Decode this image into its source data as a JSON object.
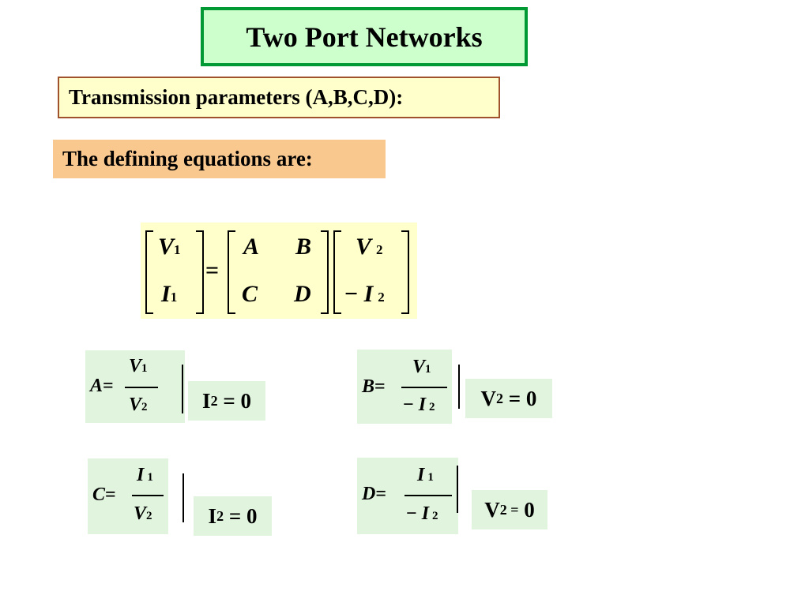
{
  "title": "Two Port Networks",
  "subtitle": "Transmission parameters (A,B,C,D):",
  "lead": "The defining equations are:",
  "matrix": {
    "lhs": [
      {
        "sym": "V",
        "sub": "1"
      },
      {
        "sym": "I",
        "sub": "1"
      }
    ],
    "coeff": [
      "A",
      "B",
      "C",
      "D"
    ],
    "rhs": [
      {
        "sym": "V",
        "sub": "2",
        "sign": ""
      },
      {
        "sym": "I",
        "sub": "2",
        "sign": "−"
      }
    ],
    "equals": "="
  },
  "params": [
    {
      "lhs": "A",
      "num_sym": "V",
      "num_sub": "1",
      "den_sign": "",
      "den_sym": "V",
      "den_sub": "2",
      "cond_var": "I",
      "cond_sub": "2",
      "cond_rest": " = 0"
    },
    {
      "lhs": "B",
      "num_sym": "V",
      "num_sub": "1",
      "den_sign": "− ",
      "den_sym": "I",
      "den_sub": "2",
      "cond_var": "V",
      "cond_sub": "2",
      "cond_rest": " = 0"
    },
    {
      "lhs": "C",
      "num_sym": "I",
      "num_sub": "1",
      "den_sign": "",
      "den_sym": "V",
      "den_sub": "2",
      "cond_var": "I",
      "cond_sub": "2",
      "cond_rest": " = 0"
    },
    {
      "lhs": "D",
      "num_sym": "I",
      "num_sub": "1",
      "den_sign": "− ",
      "den_sym": "I",
      "den_sub": "2",
      "cond_var": "V",
      "cond_sub": "2 =",
      "cond_rest": " 0"
    }
  ],
  "equals": "=",
  "colors": {
    "title_border": "#009933",
    "title_bg": "#ccffcc",
    "subtitle_border": "#a0522d",
    "subtitle_bg": "#ffffcc",
    "lead_bg": "#f9c88f",
    "eq_bg": "#e1f5de"
  }
}
